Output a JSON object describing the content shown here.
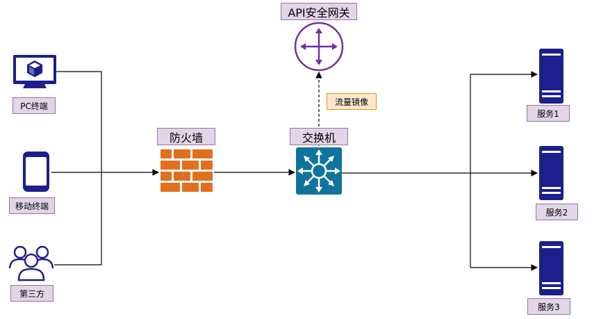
{
  "diagram": {
    "gateway": {
      "label": "API安全网关",
      "icon": "gateway-router-icon",
      "color": "#7030a0"
    },
    "mirror": {
      "label": "流量镜像"
    },
    "switch": {
      "label": "交换机",
      "icon": "network-switch-icon",
      "color": "#10739e"
    },
    "firewall": {
      "label": "防火墙",
      "icon": "brick-firewall-icon",
      "color": "#e07020"
    },
    "clients": [
      {
        "label": "PC终端",
        "icon": "desktop-monitor-icon"
      },
      {
        "label": "移动终端",
        "icon": "mobile-phone-icon"
      },
      {
        "label": "第三方",
        "icon": "users-group-icon"
      }
    ],
    "servers": [
      {
        "label": "服务1",
        "icon": "server-icon"
      },
      {
        "label": "服务2",
        "icon": "server-icon"
      },
      {
        "label": "服务3",
        "icon": "server-icon"
      }
    ],
    "device_color": "#1d1f8c"
  }
}
